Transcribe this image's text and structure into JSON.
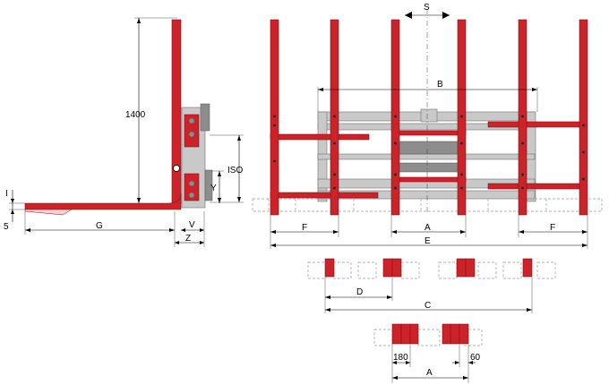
{
  "labels": {
    "height": "1400",
    "i": "I",
    "five": "5",
    "g": "G",
    "v": "V",
    "z": "Z",
    "iso": "ISO",
    "y": "Y",
    "s": "S",
    "b": "B",
    "f_left": "F",
    "a_main": "A",
    "f_right": "F",
    "e": "E",
    "d": "D",
    "c": "C",
    "w180": "180",
    "w60": "60",
    "a_bottom": "A"
  },
  "colors": {
    "fork_red": "#cc2229",
    "frame_grey": "#c9c9c9"
  }
}
